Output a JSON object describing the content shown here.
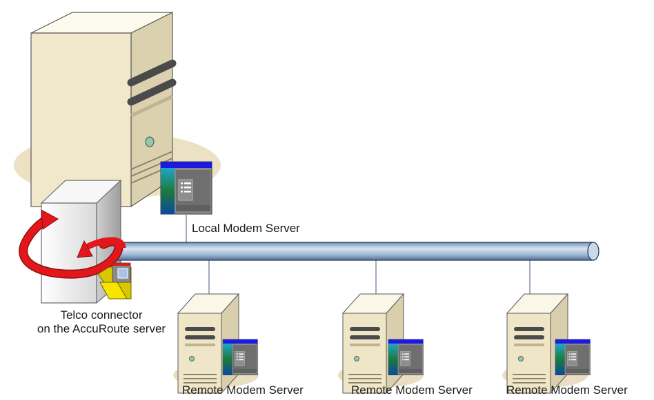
{
  "labels": {
    "local_server": "Local Modem Server",
    "telco_line1": "Telco connector",
    "telco_line2": "on the AccuRoute server",
    "remote_servers": [
      "Remote Modem Server",
      "Remote Modem Server",
      "Remote Modem Server"
    ]
  },
  "colors": {
    "server_body": "#f2ecd2",
    "server_shadow": "#e8dcc0",
    "pipe": "#a9c1dc",
    "pipe_outline": "#1f3552",
    "window_titlebar": "#1a1ae0",
    "window_body": "#7f7f7f",
    "arrow": "#e3171b",
    "folder": "#f7e500"
  },
  "icons": [
    "server-tower-icon",
    "app-window-icon",
    "rotate-arrow-icon",
    "folder-icon"
  ]
}
